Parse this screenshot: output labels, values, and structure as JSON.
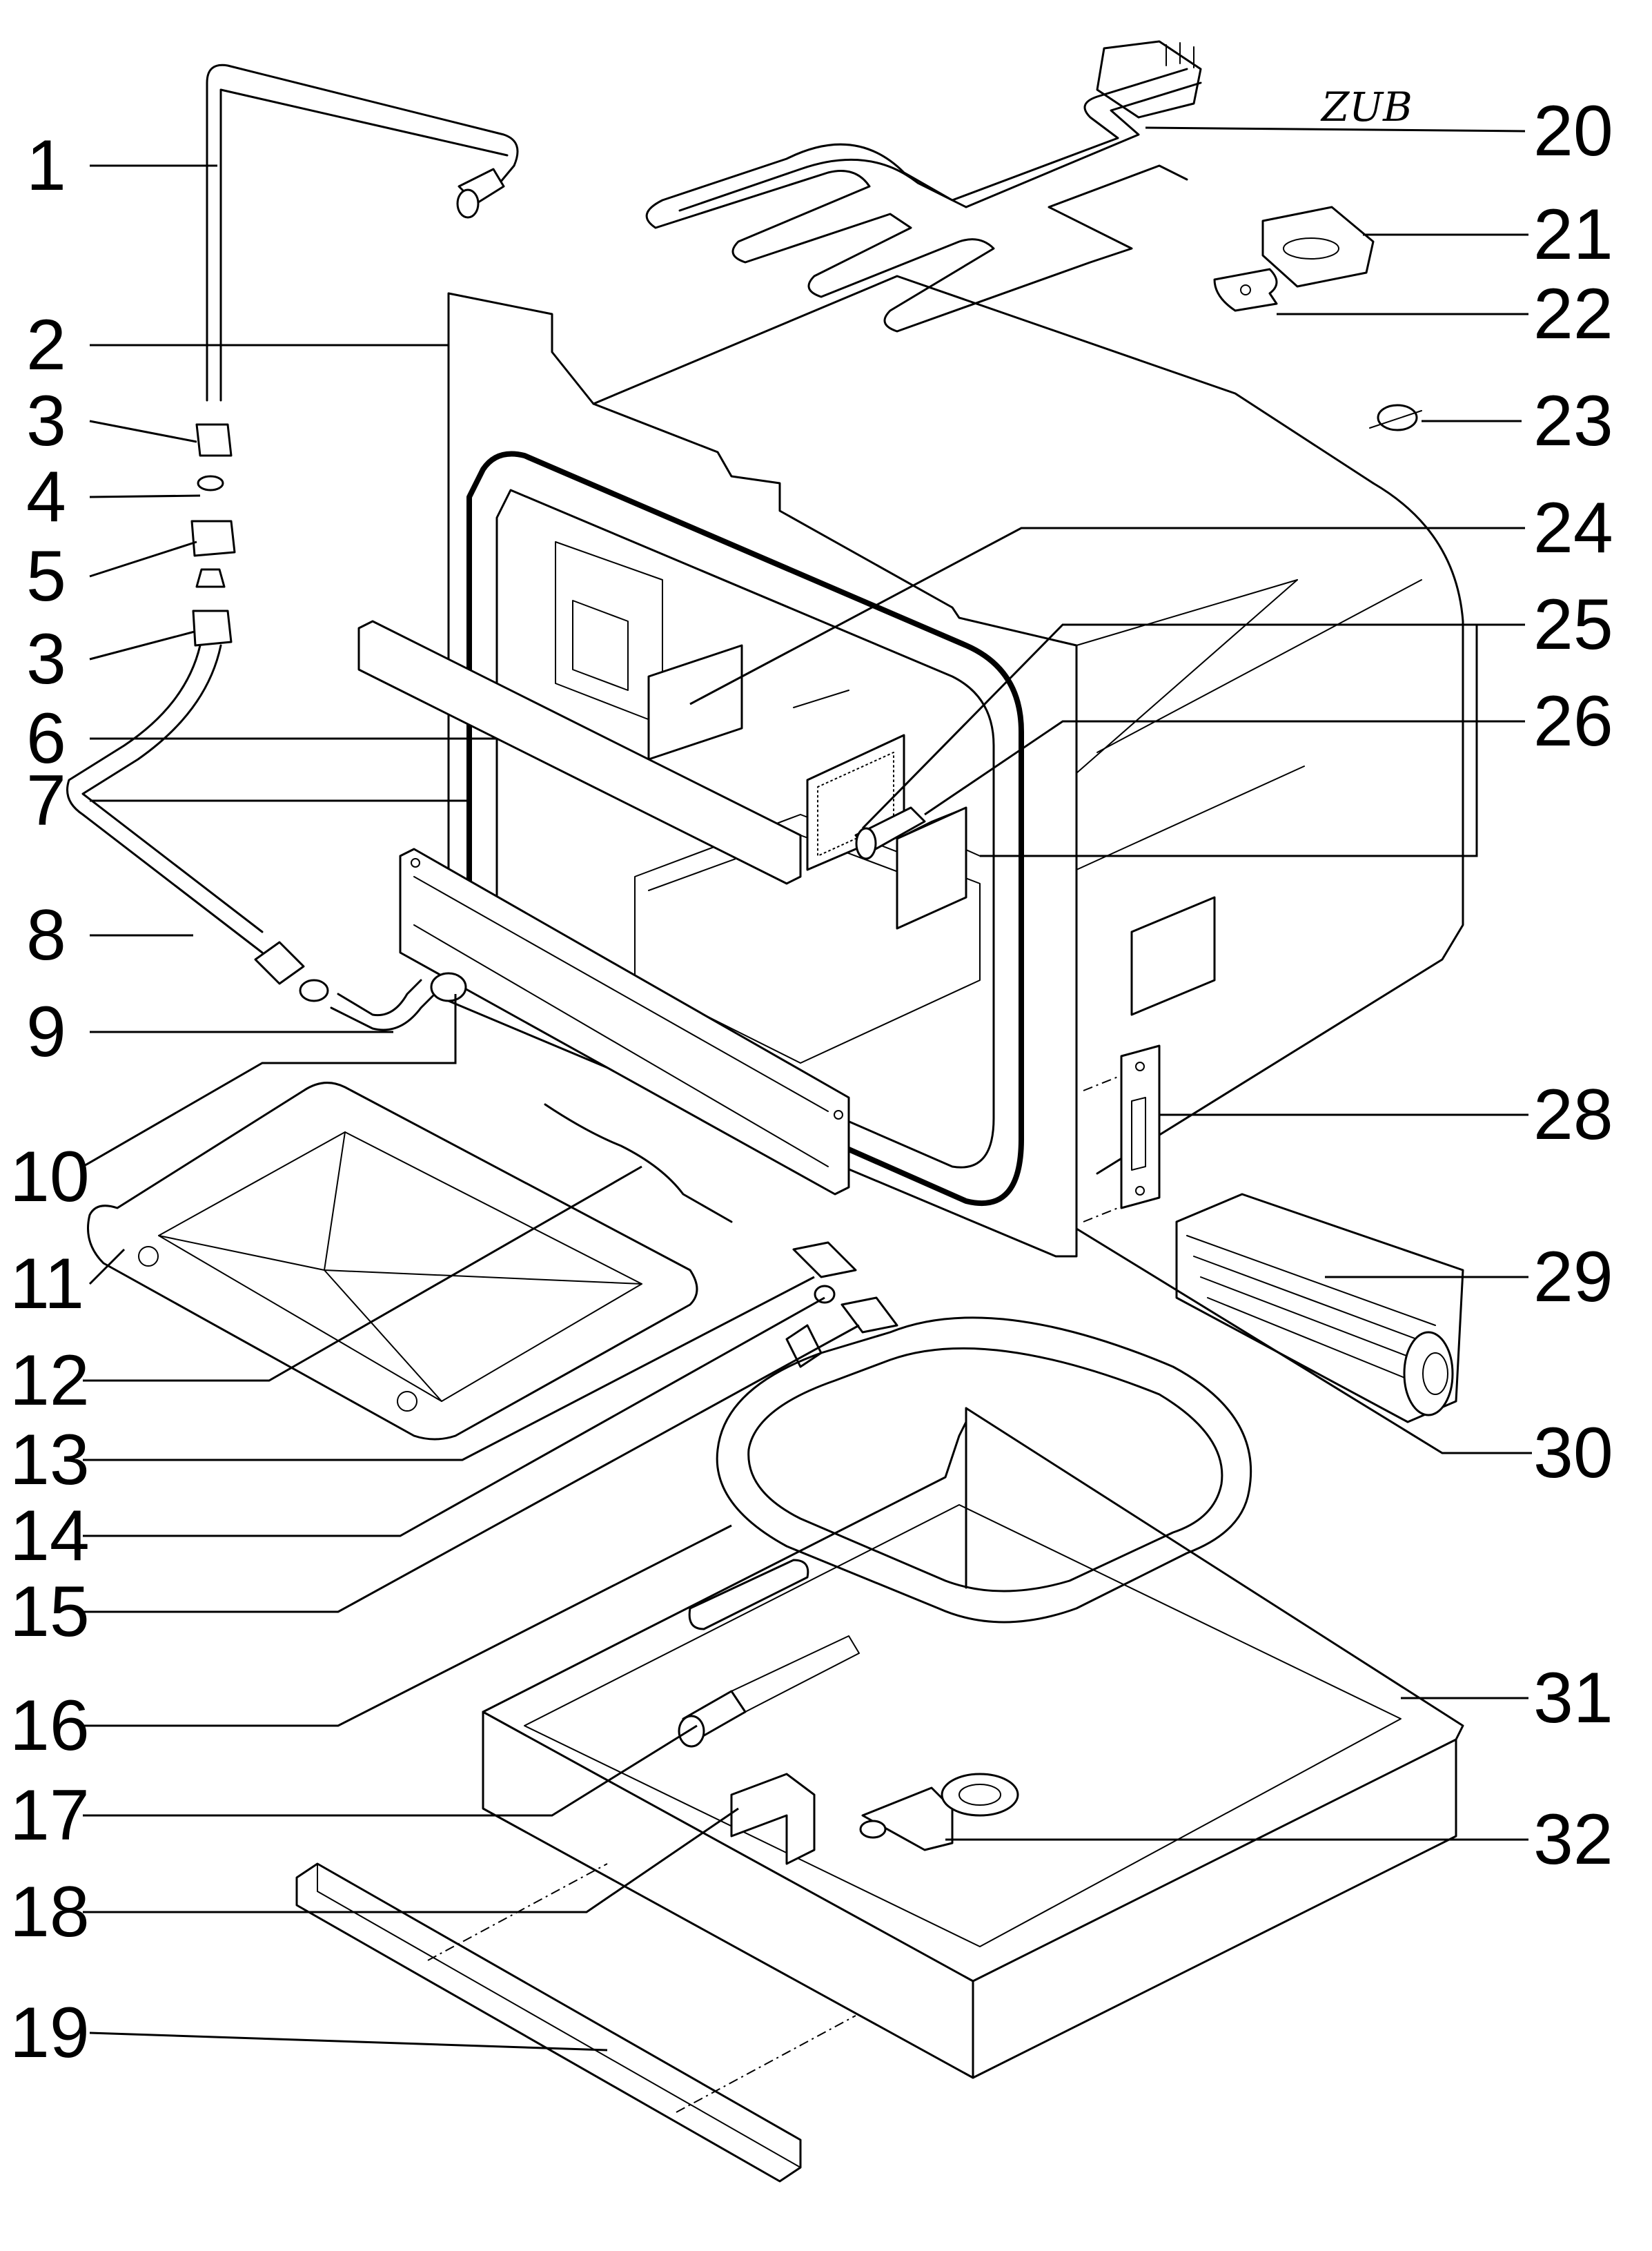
{
  "annotation": "ZUB",
  "labels": {
    "l1": "1",
    "l2": "2",
    "l3a": "3",
    "l4": "4",
    "l5": "5",
    "l3b": "3",
    "l6": "6",
    "l7": "7",
    "l8": "8",
    "l9": "9",
    "l10": "10",
    "l11": "11",
    "l12": "12",
    "l13": "13",
    "l14": "14",
    "l15": "15",
    "l16": "16",
    "l17": "17",
    "l18": "18",
    "l19": "19",
    "l20": "20",
    "l21": "21",
    "l22": "22",
    "l23": "23",
    "l24": "24",
    "l25": "25",
    "l26": "26",
    "l28": "28",
    "l29": "29",
    "l30": "30",
    "l31": "31",
    "l32": "32"
  }
}
